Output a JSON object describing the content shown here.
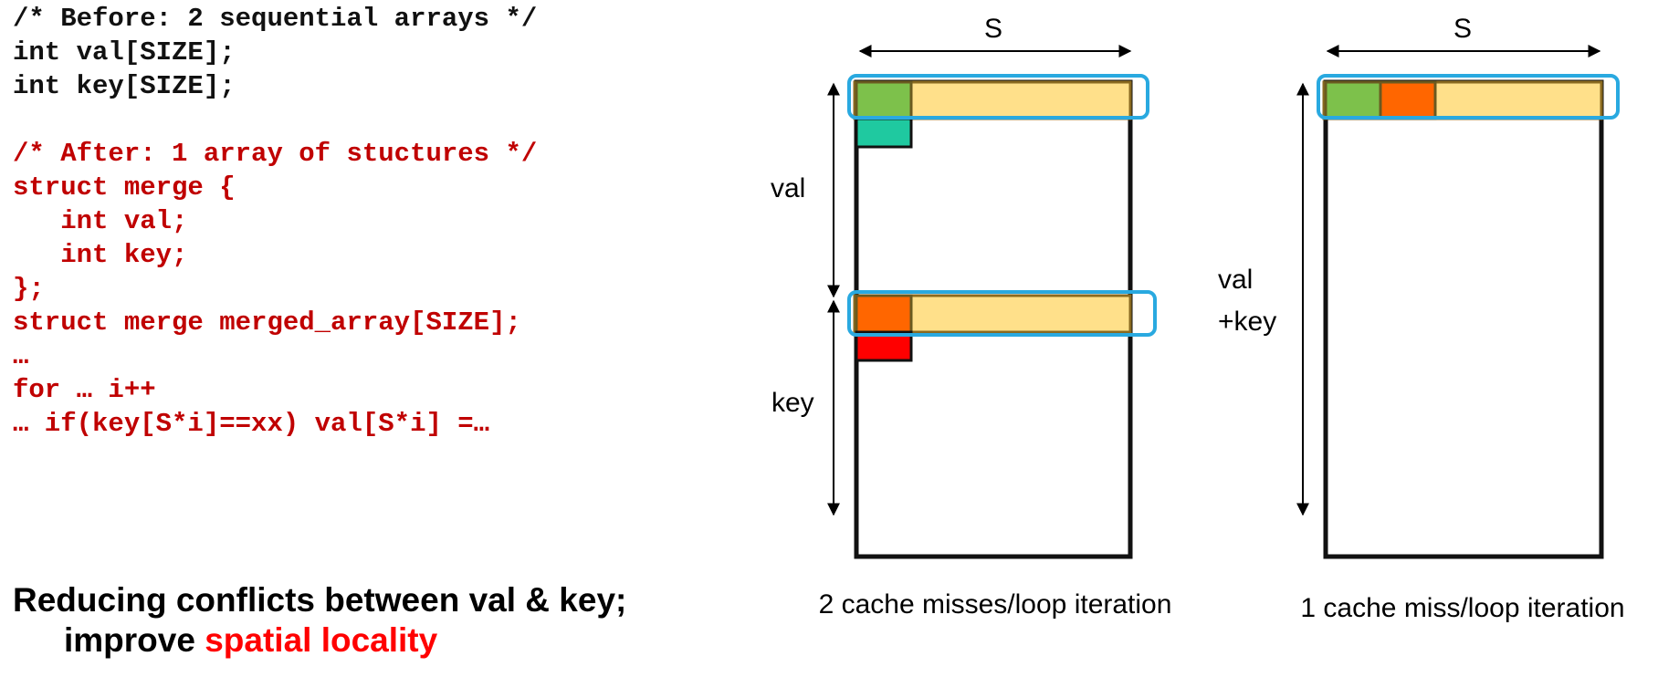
{
  "code": {
    "before_lines": [
      "/* Before: 2 sequential arrays */",
      "int val[SIZE];",
      "int key[SIZE];"
    ],
    "after_lines": [
      "/* After: 1 array of stuctures */",
      "struct merge {",
      "   int val;",
      "   int key;",
      "};",
      "struct merge merged_array[SIZE];",
      "…",
      "for … i++",
      "… if(key[S*i]==xx) val[S*i] =…"
    ]
  },
  "caption": {
    "line1": "Reducing conflicts between val & key;",
    "line2_prefix": "improve ",
    "line2_highlight": "spatial locality"
  },
  "left_diagram": {
    "width_label": "S",
    "val_label": "val",
    "key_label": "key",
    "caption": "2 cache misses/loop iteration"
  },
  "right_diagram": {
    "width_label": "S",
    "label_line1": "val",
    "label_line2": "+key",
    "caption": "1 cache miss/loop iteration"
  },
  "colors": {
    "code_before": "#111111",
    "code_after": "#c00000",
    "highlight": "#ff0000",
    "cache_line_fill": "#ffe08a",
    "cache_line_border": "#29a9e0",
    "val_element": "#7dc14b",
    "val_next": "#1fc9a0",
    "key_element": "#ff6600",
    "key_next": "#ff0000"
  }
}
